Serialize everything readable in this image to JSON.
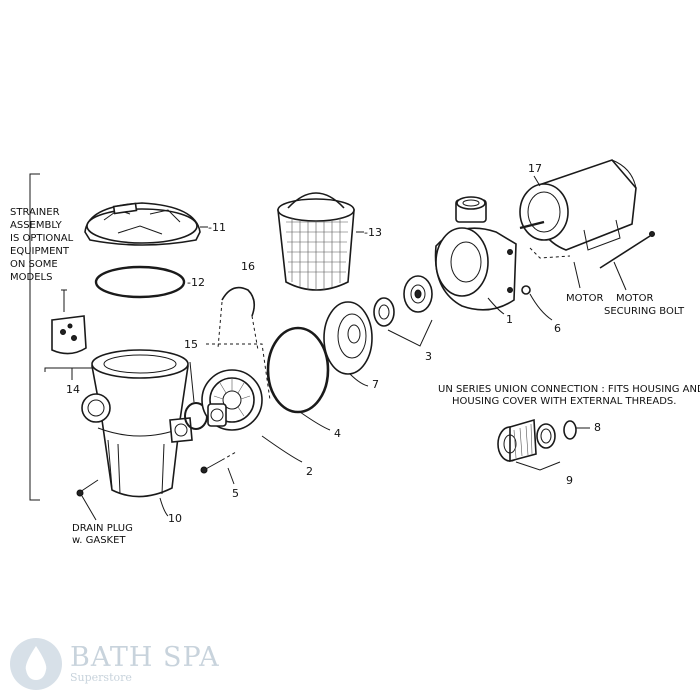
{
  "notes": {
    "strainer": [
      "STRAINER",
      "ASSEMBLY",
      "IS OPTIONAL",
      "EQUIPMENT",
      "ON SOME",
      "MODELS"
    ],
    "union": [
      "UN SERIES UNION CONNECTION : FITS HOUSING AND",
      "HOUSING COVER WITH EXTERNAL THREADS."
    ],
    "drain": [
      "DRAIN PLUG",
      "w. GASKET"
    ],
    "motor": "MOTOR",
    "bolt": [
      "MOTOR",
      "SECURING BOLT"
    ]
  },
  "callouts": {
    "p1": "1",
    "p2": "2",
    "p3": "3",
    "p4": "4",
    "p5": "5",
    "p6": "6",
    "p7": "7",
    "p8": "8",
    "p9": "9",
    "p10": "10",
    "p11": "-11",
    "p12": "-12",
    "p13": "-13",
    "p14": "14",
    "p15": "15",
    "p16": "16",
    "p17": "17"
  },
  "watermark": {
    "brand": "BATH SPA",
    "sub": "Superstore",
    "color": "#c8d3dc"
  }
}
